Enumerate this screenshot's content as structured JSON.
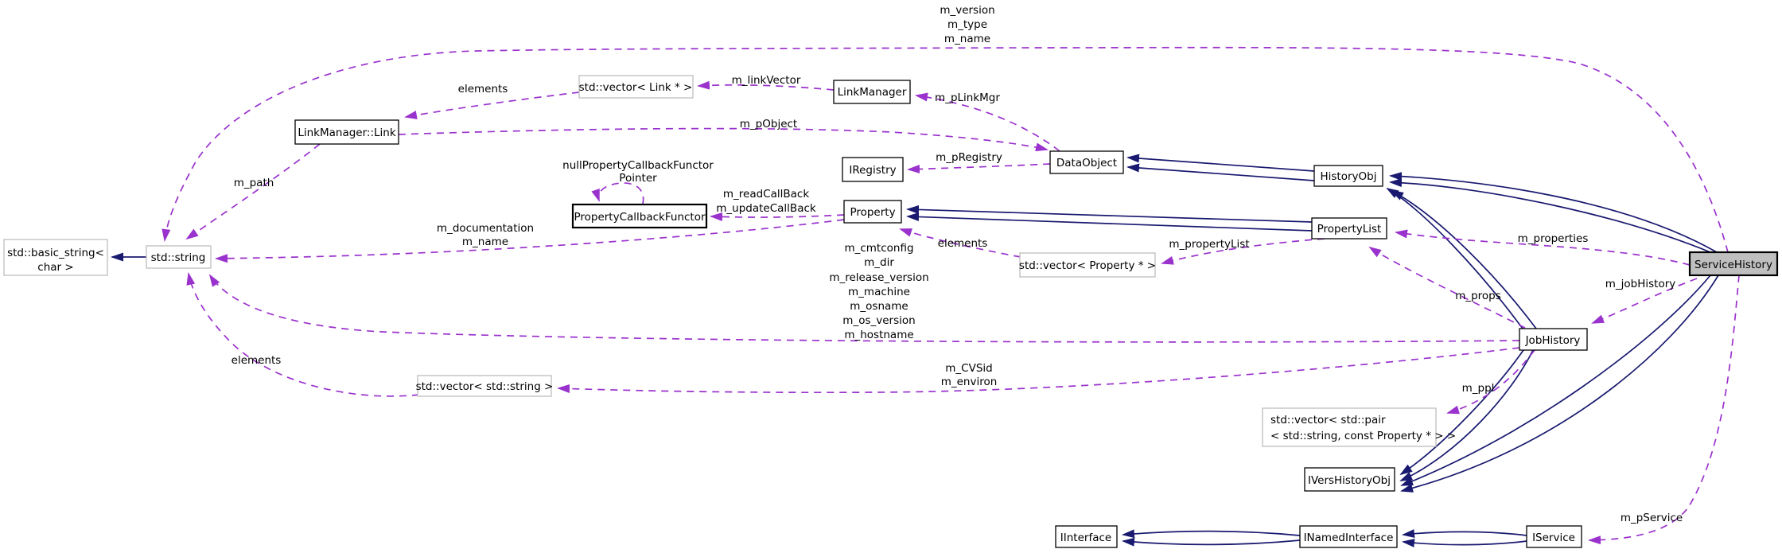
{
  "diagram": {
    "type": "class-collaboration-graph",
    "focus_class": "ServiceHistory",
    "colors": {
      "usage_edge": "#9a32cd",
      "inheritance_edge": "#191970",
      "highlight_fill": "#bfbfbf",
      "template_border": "#bebebe",
      "class_border": "#000000",
      "text": "#000000",
      "background": "#ffffff"
    },
    "nodes": {
      "std_basic_string": {
        "lines": [
          "std::basic_string<",
          "char >"
        ]
      },
      "std_string": {
        "label": "std::string"
      },
      "linkmanager_link": {
        "label": "LinkManager::Link"
      },
      "vector_link_ptr": {
        "label": "std::vector< Link * >"
      },
      "linkmanager": {
        "label": "LinkManager"
      },
      "iregistry": {
        "label": "IRegistry"
      },
      "property_callback_functor": {
        "label": "PropertyCallbackFunctor"
      },
      "property": {
        "label": "Property"
      },
      "vector_property_ptr": {
        "label": "std::vector< Property * >"
      },
      "dataobject": {
        "label": "DataObject"
      },
      "historyobj": {
        "label": "HistoryObj"
      },
      "propertylist": {
        "label": "PropertyList"
      },
      "servicehistory": {
        "label": "ServiceHistory"
      },
      "jobhistory": {
        "label": "JobHistory"
      },
      "vector_string": {
        "label": "std::vector< std::string >"
      },
      "vector_pair": {
        "lines": [
          "std::vector< std::pair",
          "< std::string, const Property * > >"
        ]
      },
      "ivershistoryobj": {
        "label": "IVersHistoryObj"
      },
      "iinterface": {
        "label": "IInterface"
      },
      "inamedinterface": {
        "label": "INamedInterface"
      },
      "iservice": {
        "label": "IService"
      }
    },
    "edge_labels": {
      "servicehistory_to_string": [
        "m_version",
        "m_type",
        "m_name"
      ],
      "vector_link_elements": "elements",
      "m_linkVector": "m_linkVector",
      "m_pLinkMgr": "m_pLinkMgr",
      "m_pObject": "m_pObject",
      "m_path": "m_path",
      "m_pRegistry": "m_pRegistry",
      "null_functor": [
        "nullPropertyCallbackFunctor",
        "Pointer"
      ],
      "callbacks": [
        "m_readCallBack",
        "m_updateCallBack"
      ],
      "property_to_string": [
        "m_documentation",
        "m_name"
      ],
      "vector_property_elements": "elements",
      "m_propertyList": "m_propertyList",
      "m_properties": "m_properties",
      "m_props": "m_props",
      "m_jobHistory": "m_jobHistory",
      "jobhistory_to_string": [
        "m_cmtconfig",
        "m_dir",
        "m_release_version",
        "m_machine",
        "m_osname",
        "m_os_version",
        "m_hostname"
      ],
      "vector_string_elements": "elements",
      "jobhistory_to_vector_string": [
        "m_CVSid",
        "m_environ"
      ],
      "m_ppl": "m_ppl",
      "m_pService": "m_pService"
    }
  }
}
